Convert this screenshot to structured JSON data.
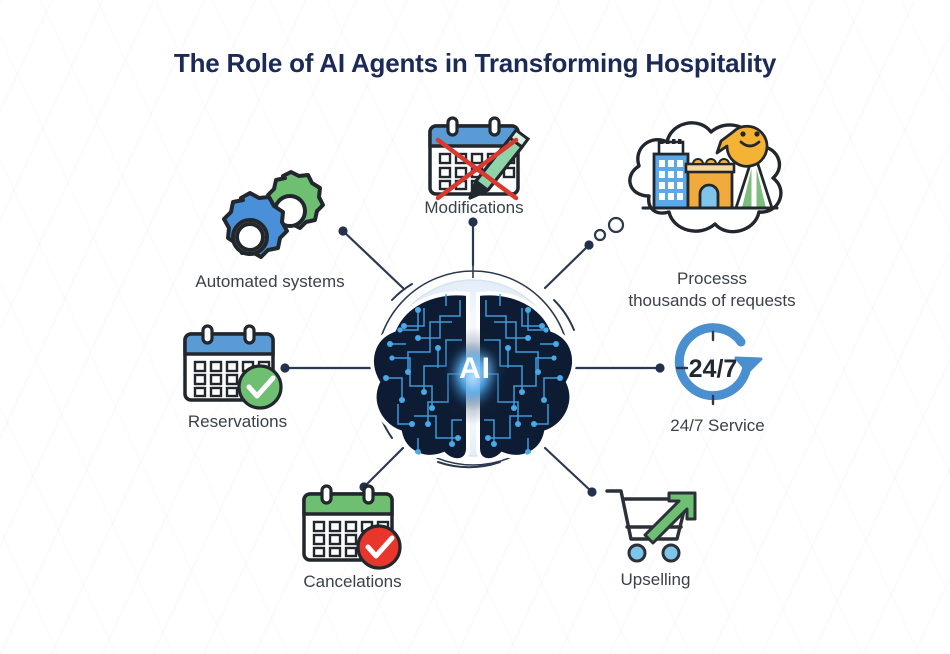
{
  "page": {
    "title": "The Role of AI Agents in Transforming Hospitality",
    "background_color": "#ffffff",
    "title_color": "#1b2a56",
    "label_color": "#3b4149",
    "connector_color": "#2b3950"
  },
  "center": {
    "label": "AI",
    "icon": "ai-brain-circuit-icon",
    "description": "Digital brain with circuit traces inside a ringed circle"
  },
  "nodes": [
    {
      "id": "automated-systems",
      "label": "Automated systems",
      "icon": "gears-icon",
      "colors": {
        "gear_primary": "#4a90d9",
        "gear_secondary": "#6fbf73",
        "outline": "#22272e"
      }
    },
    {
      "id": "modifications",
      "label": "Modifications",
      "icon": "calendar-pencil-crossed-icon",
      "colors": {
        "calendar_header": "#5b9bd5",
        "pencil": "#8fd3a8",
        "cross": "#d9392f"
      }
    },
    {
      "id": "process-requests",
      "label": "Processs\nthousands of requests",
      "icon": "thought-cloud-hotels-icon",
      "colors": {
        "hotel": "#5ba9e8",
        "building": "#f0ab3c",
        "tent": "#7dbd7d",
        "smiley": "#f5b335"
      }
    },
    {
      "id": "service-247",
      "label": "24/7 Service",
      "icon": "clock-cycle-24-7-icon",
      "badge_text": "24/7",
      "colors": {
        "ring": "#4a8fd0",
        "text": "#1f2833"
      }
    },
    {
      "id": "upselling",
      "label": "Upselling",
      "icon": "shopping-cart-arrow-up-icon",
      "colors": {
        "cart": "#2b3138",
        "wheels": "#7fc4ea",
        "arrow": "#6fbf73"
      }
    },
    {
      "id": "cancelations",
      "label": "Cancelations",
      "icon": "calendar-red-check-icon",
      "colors": {
        "calendar_header": "#6fbf73",
        "badge": "#e8362c"
      }
    },
    {
      "id": "reservations",
      "label": "Reservations",
      "icon": "calendar-green-check-icon",
      "colors": {
        "calendar_header": "#5b9bd5",
        "badge": "#6fbf73"
      }
    }
  ]
}
